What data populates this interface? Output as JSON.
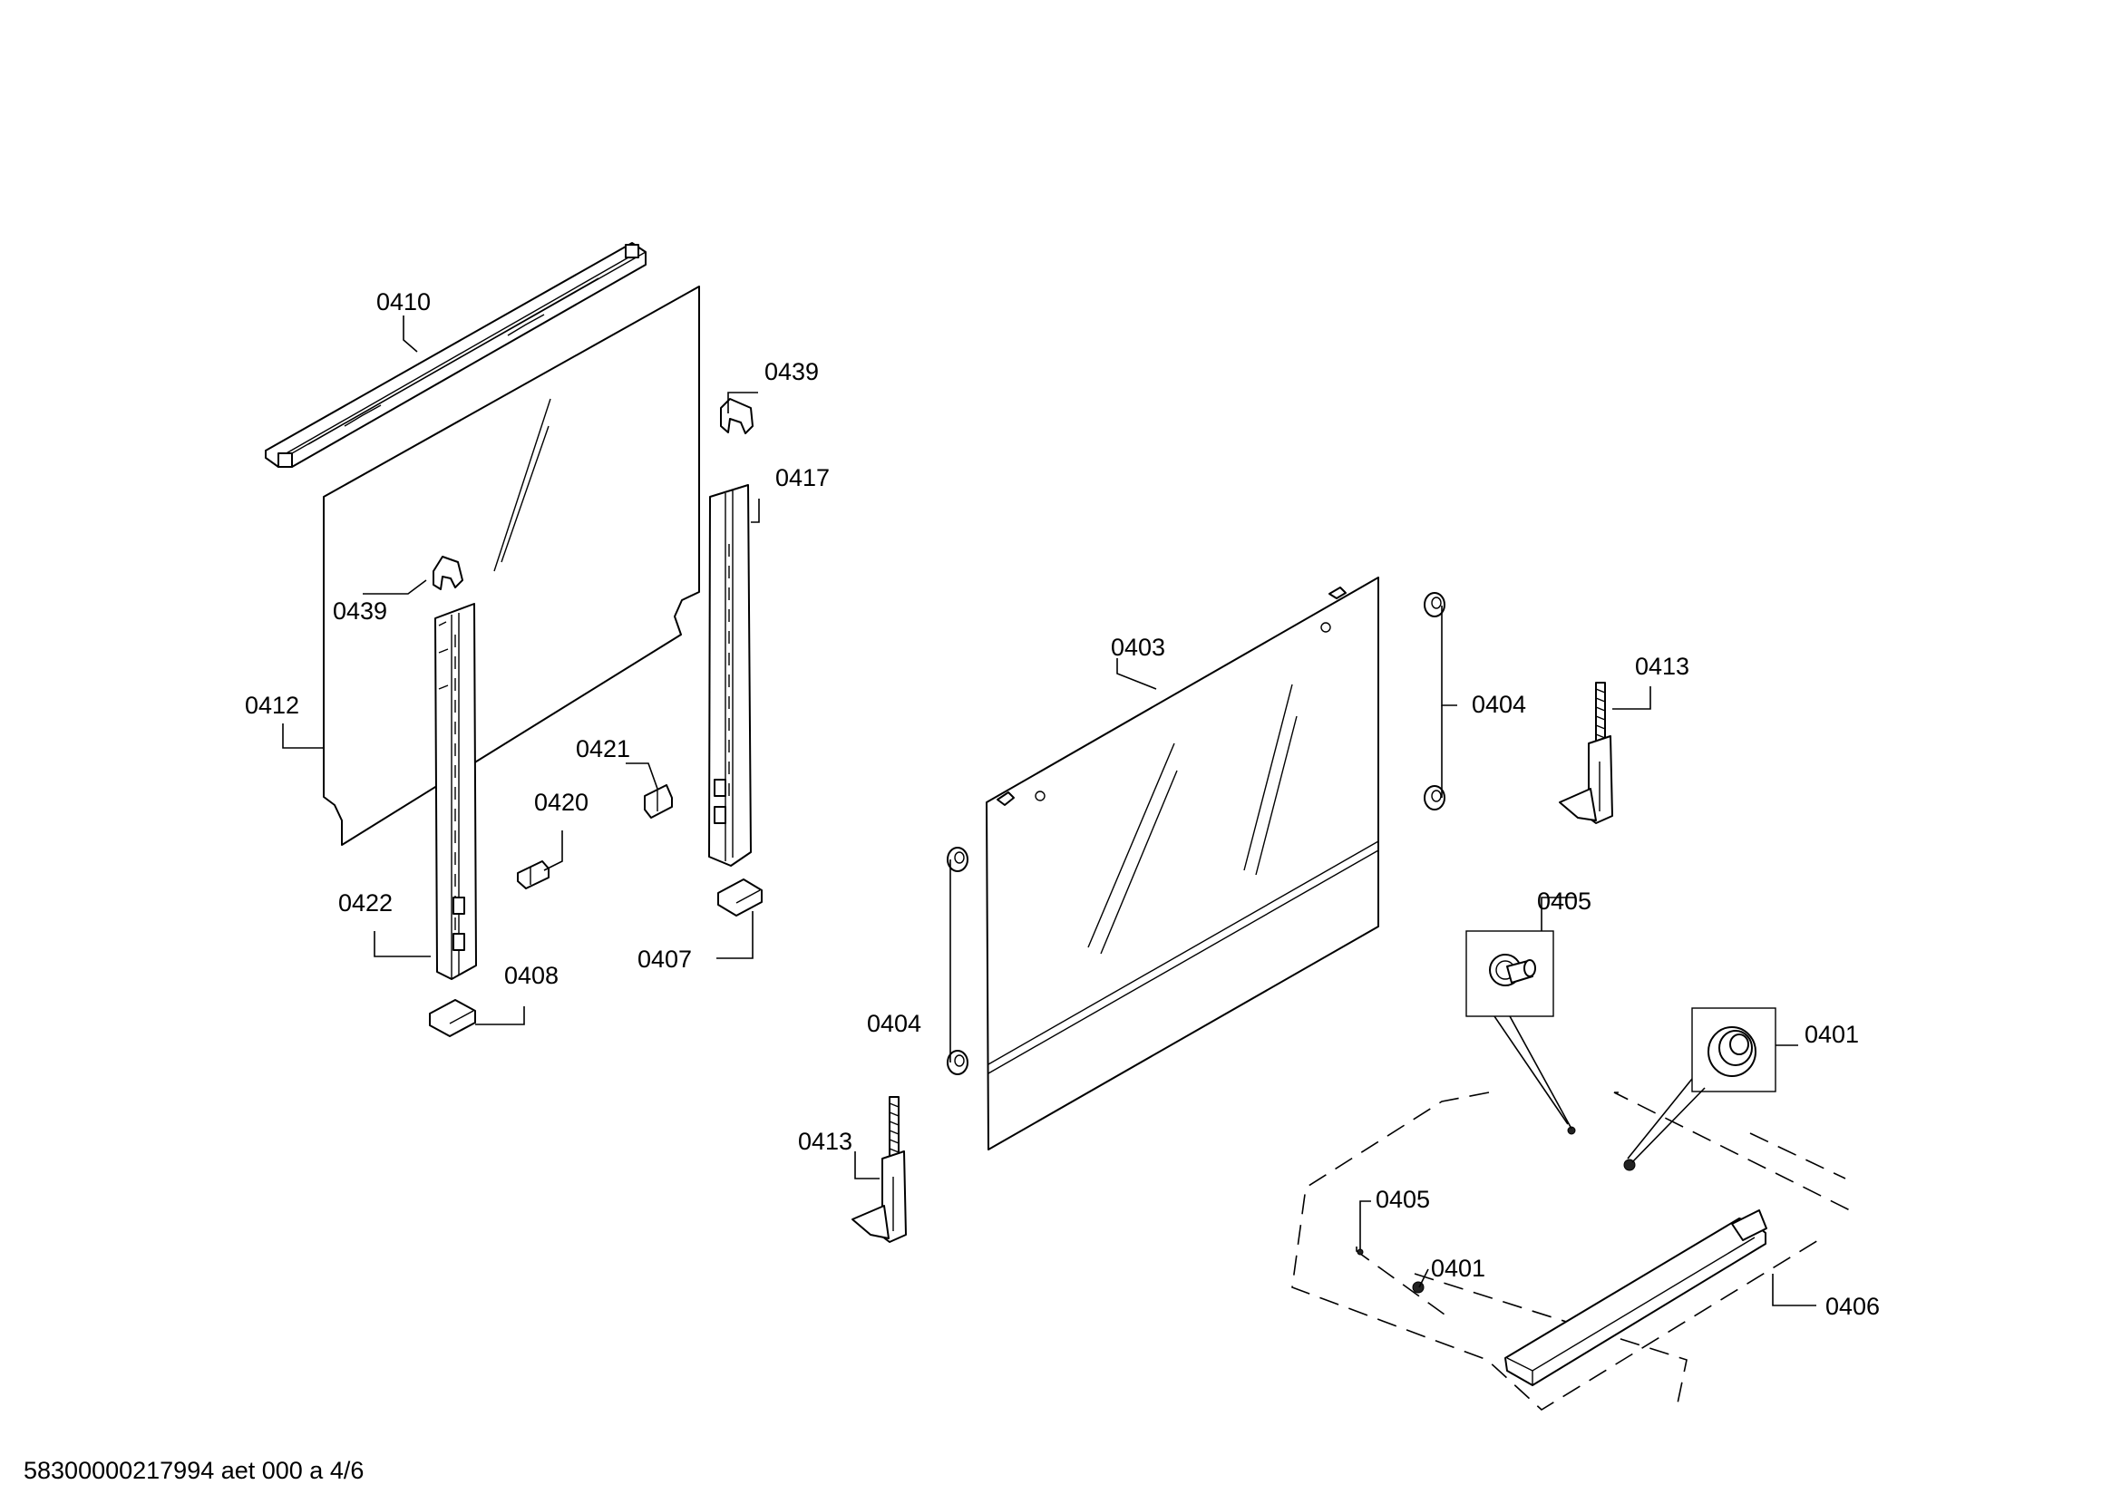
{
  "diagram": {
    "labels": {
      "l0410": "0410",
      "l0439a": "0439",
      "l0417": "0417",
      "l0439b": "0439",
      "l0412": "0412",
      "l0421": "0421",
      "l0420": "0420",
      "l0422": "0422",
      "l0408": "0408",
      "l0407": "0407",
      "l0403": "0403",
      "l0404a": "0404",
      "l0413a": "0413",
      "l0405a": "0405",
      "l0401a": "0401",
      "l0404b": "0404",
      "l0413b": "0413",
      "l0405b": "0405",
      "l0401b": "0401",
      "l0406": "0406"
    },
    "footer": "58300000217994 aet 000 a 4/6"
  }
}
